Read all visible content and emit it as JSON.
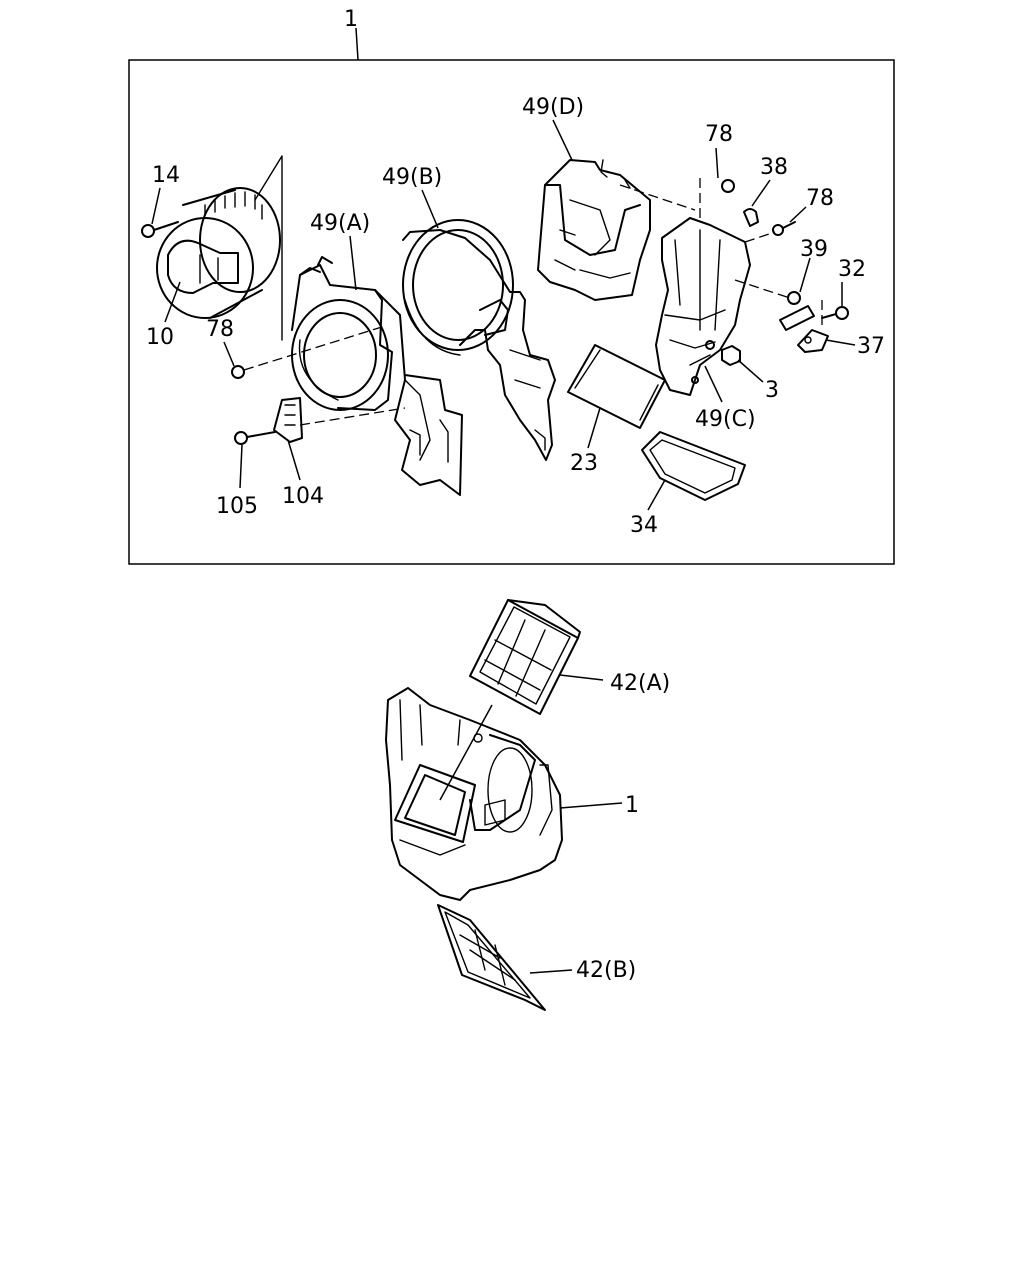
{
  "callouts": {
    "assembly_top": "1",
    "p14": "14",
    "p10": "10",
    "p78_left": "78",
    "p49A": "49(A)",
    "p49B": "49(B)",
    "p49D": "49(D)",
    "p78_top": "78",
    "p38": "38",
    "p78_right": "78",
    "p39": "39",
    "p32": "32",
    "p37": "37",
    "p3": "3",
    "p49C": "49(C)",
    "p23": "23",
    "p34": "34",
    "p104": "104",
    "p105": "105",
    "p42A": "42(A)",
    "p42B": "42(B)",
    "assembly_bottom": "1"
  }
}
